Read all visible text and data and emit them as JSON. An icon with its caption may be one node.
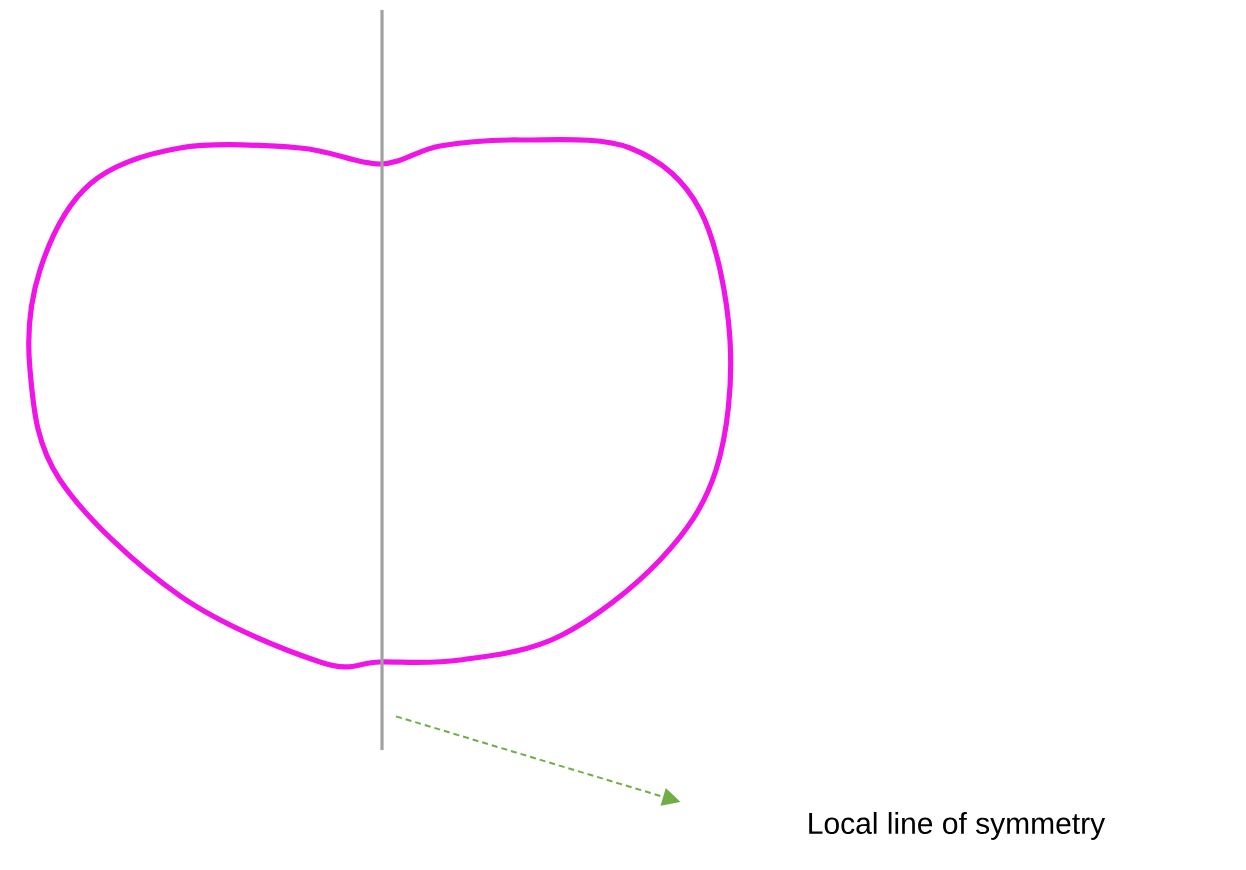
{
  "diagram": {
    "nodes": [
      {
        "text": [],
        "shape": "line"
      },
      {
        "text": [
          "Local line of symmetry"
        ]
      }
    ],
    "edges": [
      {
        "from": 0,
        "to": 1,
        "arrow": "to",
        "style": "dashed",
        "color": "#70ad47"
      }
    ]
  }
}
